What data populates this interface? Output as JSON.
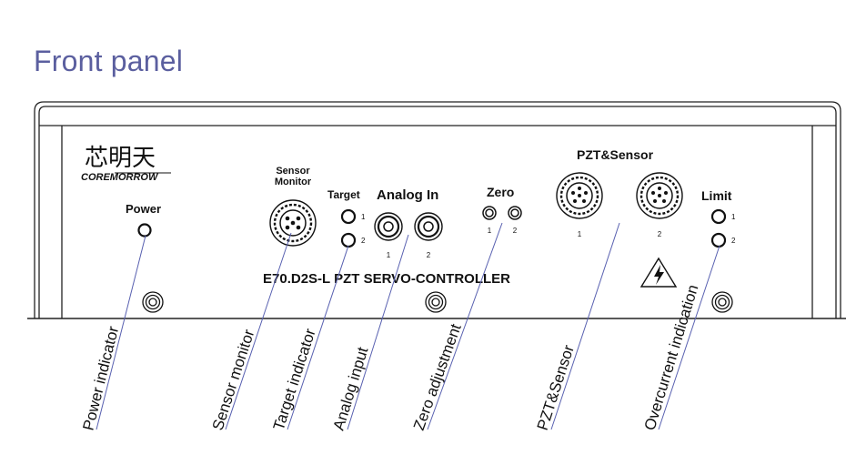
{
  "page": {
    "title": "Front panel"
  },
  "panel": {
    "brand_cn": "芯明天",
    "brand_en": "COREMORROW",
    "model": "E70.D2S-L  PZT SERVO-CONTROLLER",
    "power_label": "Power",
    "sensor_monitor_line1": "Sensor",
    "sensor_monitor_line2": "Monitor",
    "target_label": "Target",
    "analog_in_label": "Analog In",
    "zero_label": "Zero",
    "pzt_sensor_label": "PZT&Sensor",
    "limit_label": "Limit",
    "n1": "1",
    "n2": "2"
  },
  "callouts": {
    "power": "Power indicator",
    "sensor_monitor": "Sensor monitor",
    "target": "Target indicator",
    "analog": "Analog input",
    "zero": "Zero adjustment",
    "pzt": "PZT&Sensor",
    "overcurrent": "Overcurrent  indication"
  }
}
